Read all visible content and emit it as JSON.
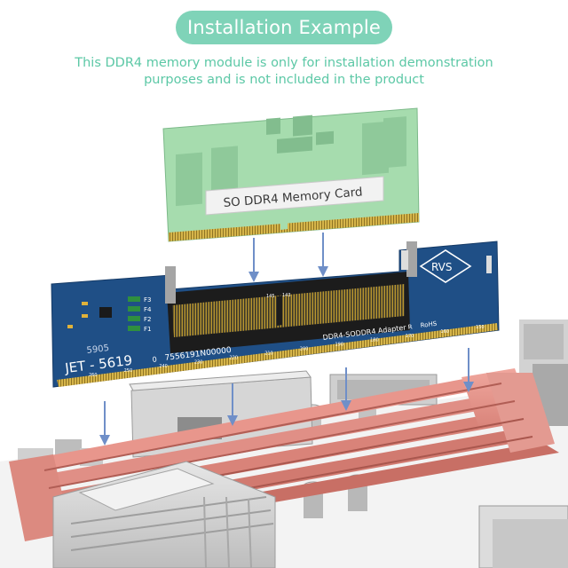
{
  "header": {
    "title": "Installation Example",
    "subtitle_line1": "This DDR4 memory module is only for installation demonstration",
    "subtitle_line2": "purposes and is not included in the product"
  },
  "memory_card": {
    "label": "SO  DDR4  Memory  Card"
  },
  "adapter": {
    "model": "JET - 5619",
    "serial": "7556191N00000",
    "code": "5905",
    "zero_mark": "0",
    "product_text": "DDR4-SODDR4   Adapter",
    "r_mark": "R",
    "rohs": "RoHS",
    "logo": "RVS",
    "pin_145": "145",
    "pin_143": "143",
    "fuse_labels": [
      "F3",
      "F4",
      "F2",
      "F1"
    ],
    "pin_numbers": [
      "260",
      "250",
      "240",
      "230",
      "220",
      "210",
      "200",
      "190",
      "180",
      "170",
      "160",
      "150"
    ]
  },
  "colors": {
    "accent": "#7fd3b8",
    "subtitle": "#5cc8a6",
    "pcb": "#1f4f86",
    "gold": "#c9a93a",
    "module": "#9ed6a6",
    "ram_slot": "#e08f86",
    "arrow": "#6f8fc8"
  }
}
